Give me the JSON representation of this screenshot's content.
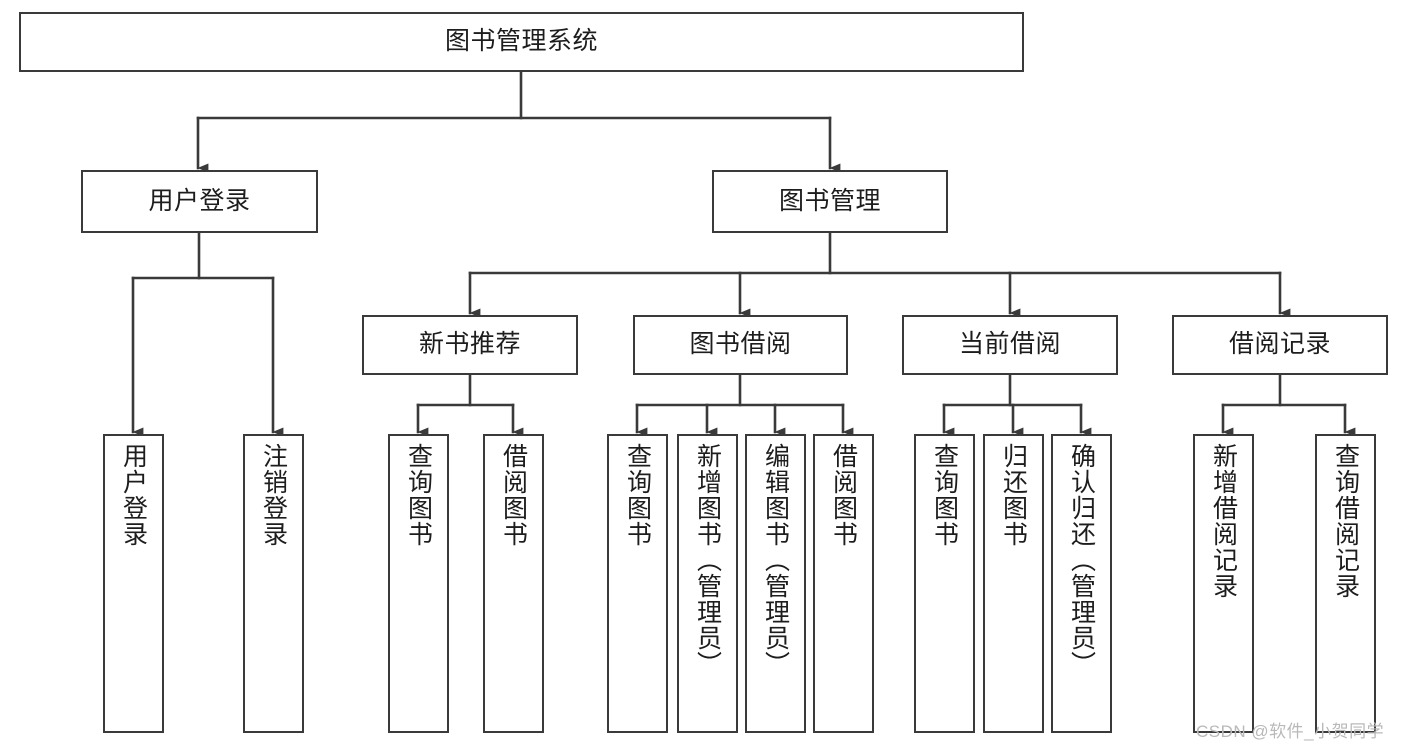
{
  "diagram": {
    "title": "图书管理系统",
    "watermark": "CSDN @软件_小贺同学",
    "style": {
      "border_color": "#3a3a3a",
      "line_color": "#3a3a3a",
      "background": "#ffffff",
      "text_color": "#1d1d1d",
      "watermark_color": "#b9b9b9"
    },
    "levels": {
      "root": {
        "label": "图书管理系统"
      },
      "level2": [
        {
          "label": "用户登录"
        },
        {
          "label": "图书管理"
        }
      ],
      "level3": [
        {
          "label": "新书推荐"
        },
        {
          "label": "图书借阅"
        },
        {
          "label": "当前借阅"
        },
        {
          "label": "借阅记录"
        }
      ],
      "leaves": {
        "user_login": [
          {
            "label": "用户登录"
          },
          {
            "label": "注销登录"
          }
        ],
        "new_book_recommend": [
          {
            "label": "查询图书"
          },
          {
            "label": "借阅图书"
          }
        ],
        "book_borrow": [
          {
            "label": "查询图书"
          },
          {
            "label": "新增图书（管理员）"
          },
          {
            "label": "编辑图书（管理员）"
          },
          {
            "label": "借阅图书"
          }
        ],
        "current_borrow": [
          {
            "label": "查询图书"
          },
          {
            "label": "归还图书"
          },
          {
            "label": "确认归还（管理员）"
          }
        ],
        "borrow_record": [
          {
            "label": "新增借阅记录"
          },
          {
            "label": "查询借阅记录"
          }
        ]
      }
    }
  }
}
